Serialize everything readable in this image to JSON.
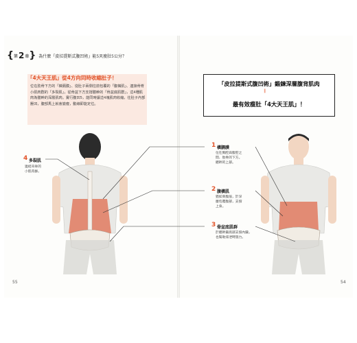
{
  "chapter": {
    "number": "2",
    "label_pre": "第",
    "label_post": "章",
    "title": "為什麼「皮拉提斯式腹凹術」能5天瘦肚5公分？"
  },
  "left_box": {
    "title": "「4大天王肌」從4方向同時收縮肚子！",
    "body": "位在肋骨下方的「橫膈膜」、從肚子兩側往前包覆的「腹橫肌」、連接骨脊小肌肉群的「多裂肌」，從骨盆下方支撐體幹的「骨盆底肌群」，這4種肌肉為體幹的深層肌肉。實行腹凹5，能同時讓這4塊肌肉收縮，往肚子內部壓凹，腹部馬上就會變瘦，動線即能定位。"
  },
  "headline": {
    "line1": "「皮拉提斯式腹凹術」鍛鍊深層腹背肌肉",
    "separator": "∥",
    "line2": "最有效瘦肚「4大天王肌」！"
  },
  "muscles": [
    {
      "num": "1",
      "name": "橫膈膜",
      "desc": [
        "位在胸腔與腹腔之",
        "間、肋骨的下方。",
        "體幹的上部。"
      ]
    },
    {
      "num": "2",
      "name": "腹橫肌",
      "desc": [
        "猶如束腹般，於深",
        "層包覆腹部，支撐",
        "上身。"
      ]
    },
    {
      "num": "3",
      "name": "骨盆底肌群",
      "desc": [
        "於體幹最底部支撐內臟，",
        "也幫助排泄時施力。"
      ]
    },
    {
      "num": "4",
      "name": "多裂肌",
      "desc": [
        "連結背脊的",
        "小肌肉群。"
      ]
    }
  ],
  "page_numbers": {
    "left": "55",
    "right": "54"
  },
  "colors": {
    "accent": "#e2542a",
    "pink_bg": "#fbe9e1",
    "muscle": "#e07a5f"
  }
}
